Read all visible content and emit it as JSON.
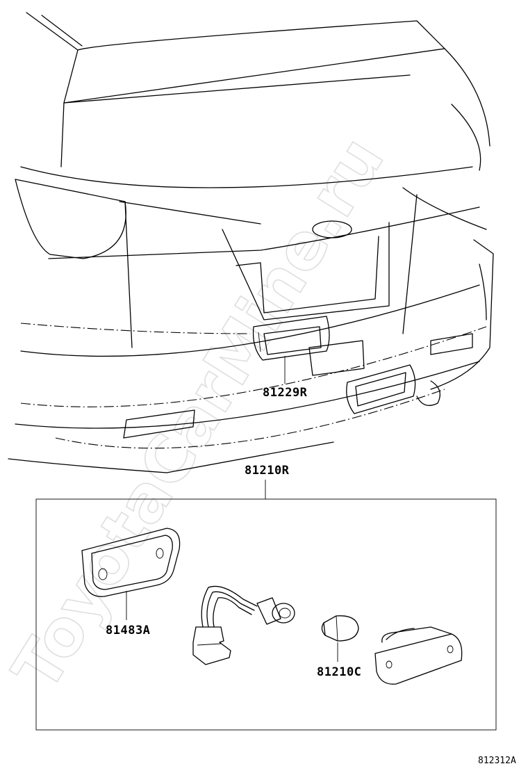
{
  "watermark": "ToyotaCarMine.ru",
  "parts": {
    "license_lamp": "81229R",
    "assembly": "81210R",
    "gasket": "81483A",
    "bulb": "81210C"
  },
  "figure_id": "812312A"
}
